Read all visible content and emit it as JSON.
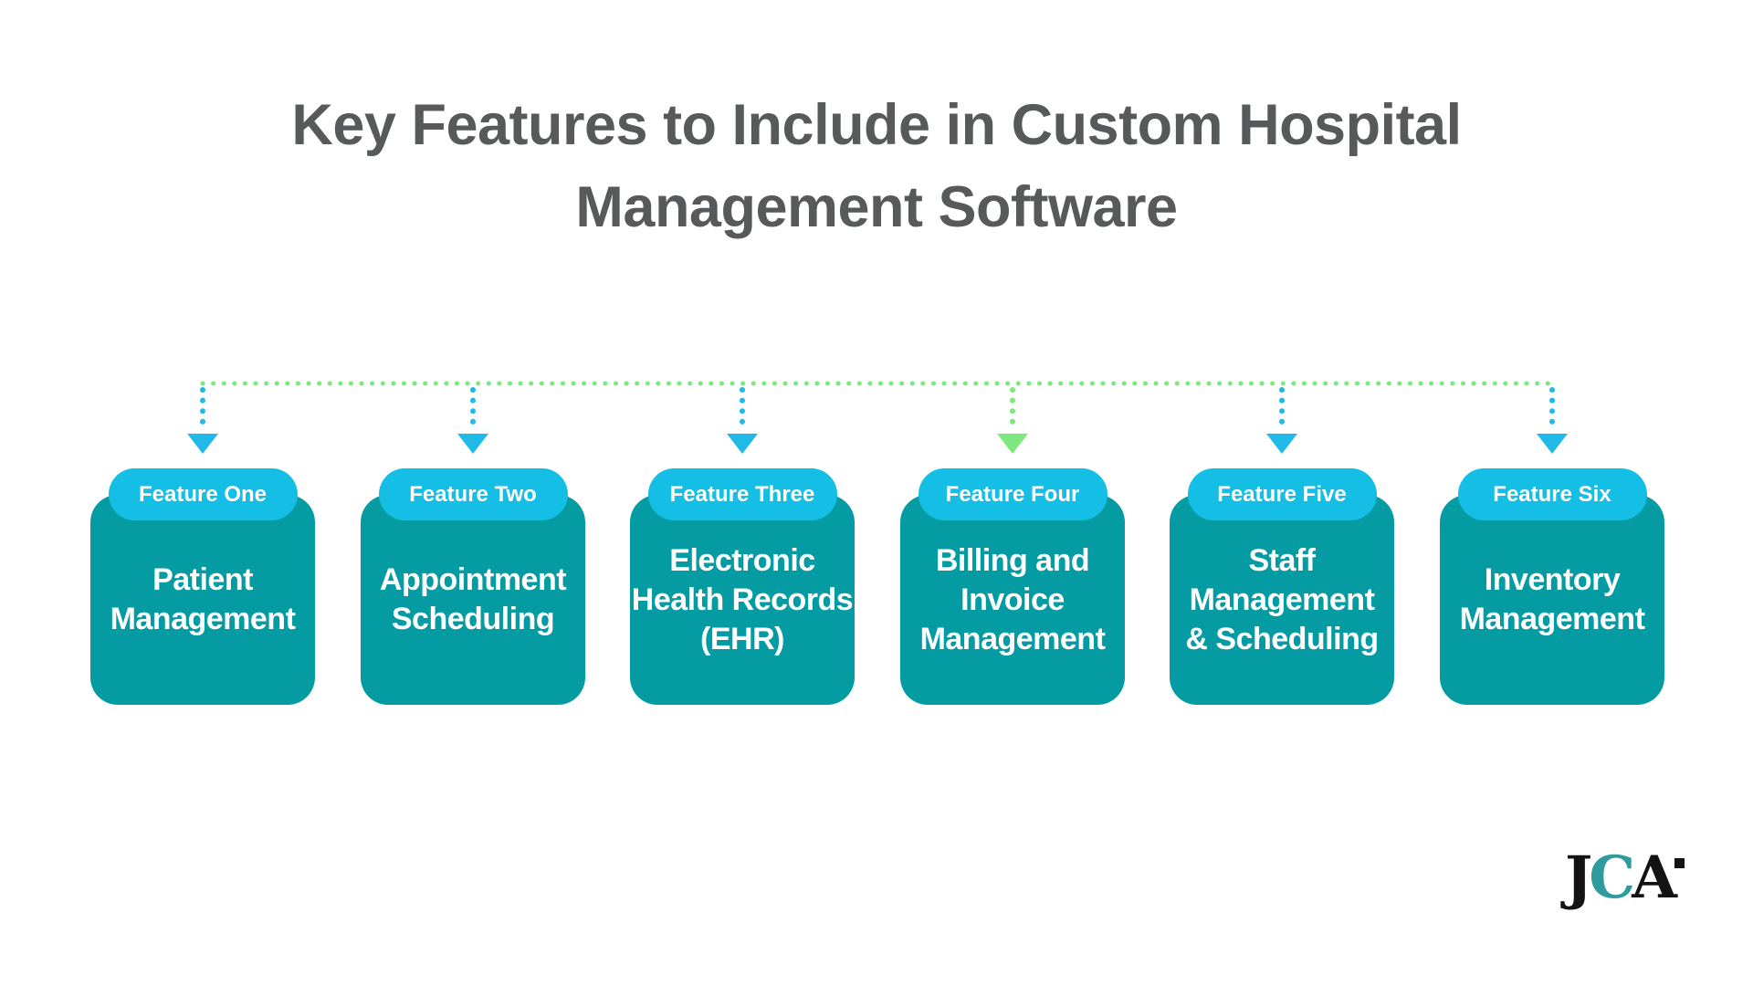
{
  "title": {
    "line1": "Key Features to Include in Custom Hospital",
    "line2": "Management Software"
  },
  "features": [
    {
      "badge": "Feature One",
      "name": "Patient\nManagement"
    },
    {
      "badge": "Feature Two",
      "name": "Appointment\nScheduling"
    },
    {
      "badge": "Feature Three",
      "name": "Electronic\nHealth Records\n(EHR)"
    },
    {
      "badge": "Feature Four",
      "name": "Billing and\nInvoice\nManagement"
    },
    {
      "badge": "Feature Five",
      "name": "Staff\nManagement\n& Scheduling"
    },
    {
      "badge": "Feature Six",
      "name": "Inventory\nManagement"
    }
  ],
  "logo": {
    "j": "J",
    "c": "C",
    "a": "A"
  },
  "colors": {
    "title_text": "#58595B",
    "card_teal": "#049BA3",
    "badge_cyan": "#14BEE4",
    "connector_green": "#7DE87D",
    "arrow_blue": "#20B9E8",
    "logo_black": "#131313",
    "logo_teal": "#2F9B9C",
    "background": "#FFFFFF"
  }
}
